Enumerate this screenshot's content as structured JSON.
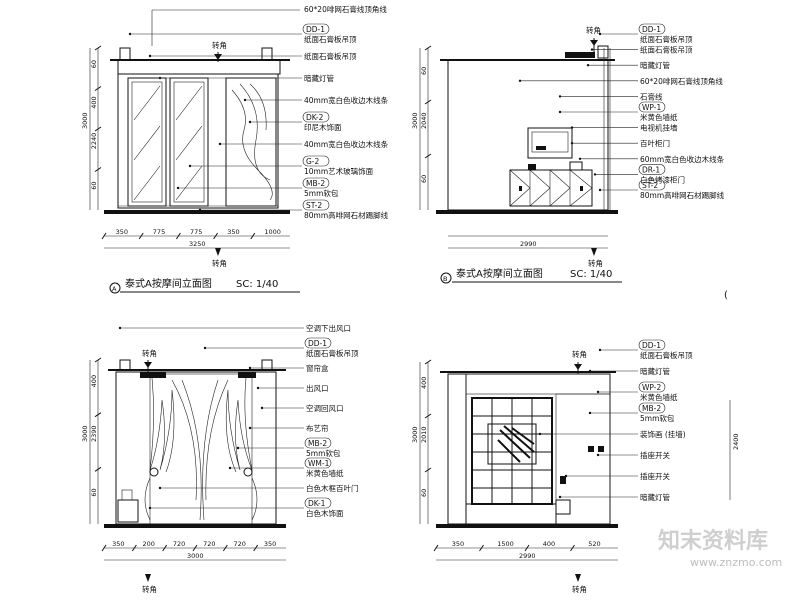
{
  "watermark": {
    "brand": "知末资料库",
    "url": "www.znzmo.com"
  },
  "stray_mark": "(",
  "elevations": [
    {
      "id": "A",
      "title": "泰式A按摩间立面图",
      "scale": "SC: 1/40",
      "top_note": "60*20啡网石膏线顶角线",
      "view_mark": "转角",
      "bottom_mark": "转角",
      "labels": [
        {
          "code": "DD-1",
          "text": "纸面石膏板吊顶"
        },
        {
          "code": "",
          "text": "纸面石膏板吊顶"
        },
        {
          "code": "",
          "text": "暗藏灯管"
        },
        {
          "code": "",
          "text": "40mm宽白色收边木线条"
        },
        {
          "code": "DK-2",
          "text": "印尼木饰面"
        },
        {
          "code": "",
          "text": "40mm宽白色收边木线条"
        },
        {
          "code": "G-2",
          "text": "10mm艺术玻璃饰面"
        },
        {
          "code": "MB-2",
          "text": "5mm软包"
        },
        {
          "code": "ST-2",
          "text": "80mm高啡网石材踢脚线"
        }
      ],
      "dims_left": [
        "60",
        "400",
        "2240",
        "60"
      ],
      "dim_total": "3000",
      "dims_bottom": [
        "350",
        "775",
        "775",
        "350",
        "1000"
      ],
      "dim_bottom_total": "3250"
    },
    {
      "id": "B",
      "title": "泰式A按摩间立面图",
      "scale": "SC: 1/40",
      "top_note": "",
      "view_mark": "转角",
      "bottom_mark": "转角",
      "labels": [
        {
          "code": "DD-1",
          "text": "纸面石膏板吊顶"
        },
        {
          "code": "",
          "text": "纸面石膏板吊顶"
        },
        {
          "code": "",
          "text": "暗藏灯管"
        },
        {
          "code": "",
          "text": "60*20啡网石膏线顶角线"
        },
        {
          "code": "",
          "text": "石膏线"
        },
        {
          "code": "WP-1",
          "text": "米黄色墙纸"
        },
        {
          "code": "",
          "text": "电视机挂墙"
        },
        {
          "code": "",
          "text": "百叶柜门"
        },
        {
          "code": "",
          "text": "60mm宽白色收边木线条"
        },
        {
          "code": "DR-1",
          "text": "白色烤漆柜门"
        },
        {
          "code": "ST-2",
          "text": "80mm高啡网石材踢脚线"
        }
      ],
      "dims_left": [
        "60",
        "2040",
        "60"
      ],
      "dim_total": "3000",
      "dims_bottom": [],
      "dim_bottom_total": "2990"
    },
    {
      "id": "C",
      "title": "",
      "scale": "",
      "top_note": "",
      "view_mark": "转角",
      "bottom_mark": "转角",
      "labels": [
        {
          "code": "",
          "text": "空调下出风口"
        },
        {
          "code": "DD-1",
          "text": "纸面石膏板吊顶"
        },
        {
          "code": "",
          "text": "窗帘盒"
        },
        {
          "code": "",
          "text": "出风口"
        },
        {
          "code": "",
          "text": "空调回风口"
        },
        {
          "code": "",
          "text": "布艺帘"
        },
        {
          "code": "MB-2",
          "text": "5mm软包"
        },
        {
          "code": "WM-1",
          "text": "米黄色墙纸"
        },
        {
          "code": "",
          "text": "白色木框百叶门"
        },
        {
          "code": "DK-1",
          "text": "白色木饰面"
        }
      ],
      "dims_left": [
        "400",
        "2390",
        "60"
      ],
      "dim_total": "3000",
      "dims_bottom": [
        "350",
        "200",
        "720",
        "720",
        "720",
        "350"
      ],
      "dim_bottom_total": "3000"
    },
    {
      "id": "D",
      "title": "",
      "scale": "",
      "top_note": "",
      "view_mark": "转角",
      "bottom_mark": "转角",
      "labels": [
        {
          "code": "DD-1",
          "text": "纸面石膏板吊顶"
        },
        {
          "code": "",
          "text": "暗藏灯管"
        },
        {
          "code": "WP-2",
          "text": "米黄色墙纸"
        },
        {
          "code": "MB-2",
          "text": "5mm软包"
        },
        {
          "code": "",
          "text": "装饰画 (挂墙)"
        },
        {
          "code": "",
          "text": "插座开关"
        },
        {
          "code": "",
          "text": "插座开关"
        },
        {
          "code": "",
          "text": "暗藏灯管"
        }
      ],
      "dims_left": [
        "400",
        "2010",
        "60"
      ],
      "dim_total": "3000",
      "dims_bottom": [
        "350",
        "1500",
        "400",
        "520"
      ],
      "dim_bottom_total": "2990",
      "dim_right": "2400"
    }
  ]
}
